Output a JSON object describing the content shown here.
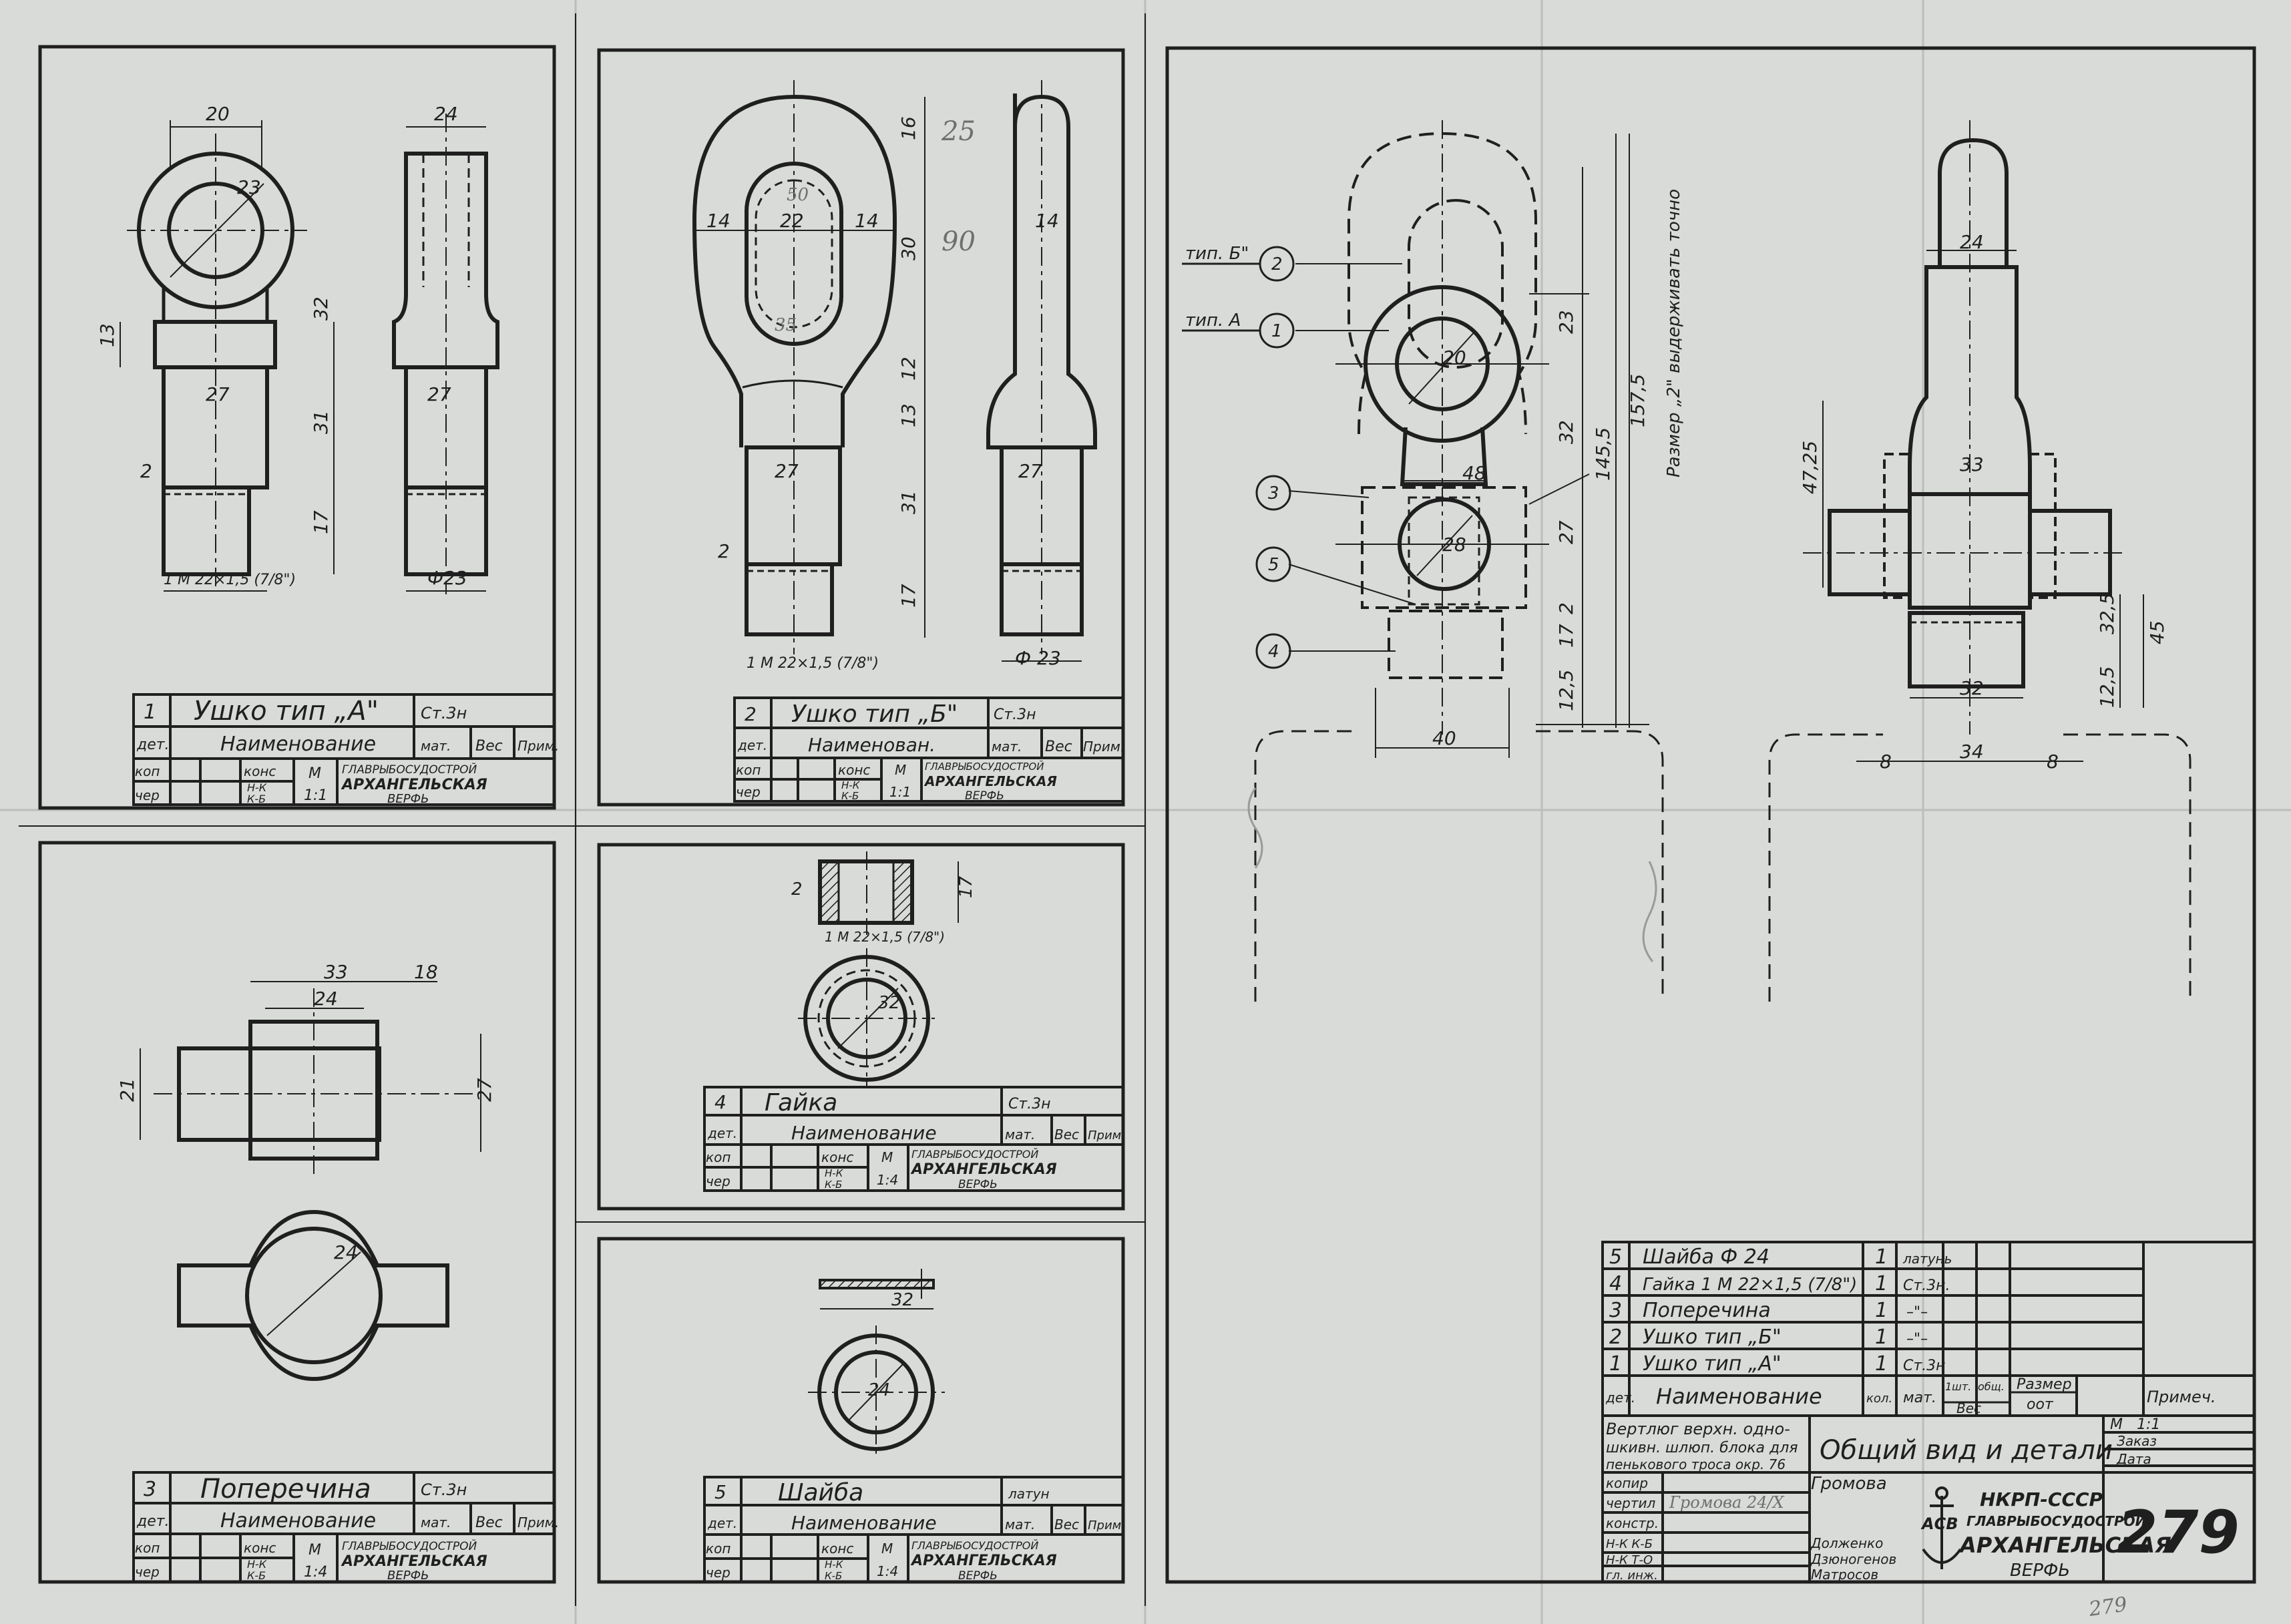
{
  "sheet": {
    "number": "279",
    "colors": {
      "paper": "#d9dbd8",
      "ink": "#1f1f1f",
      "pencil": "#6f6f6f"
    }
  },
  "part1": {
    "dims": {
      "d20": "20",
      "d24": "24",
      "d23": "23",
      "d32": "32",
      "d13": "13",
      "d27a": "27",
      "d27b": "27",
      "d31": "31",
      "d17": "17",
      "d2": "2",
      "thread": "1 М 22×1,5 (7/8\")",
      "d23b": "Ф23"
    },
    "title": {
      "det": "1",
      "name": "Ушко тип „А\"",
      "mat": "Ст.3н"
    }
  },
  "part2": {
    "dims": {
      "d16": "16",
      "d30": "30",
      "d12": "12",
      "d13": "13",
      "d31": "31",
      "d17": "17",
      "d14a": "14",
      "d22": "22",
      "d14b": "14",
      "d14c": "14",
      "d27a": "27",
      "d27b": "27",
      "d2": "2",
      "thread": "1 М 22×1,5 (7/8\")",
      "d23": "Ф 23",
      "h25": "25",
      "h90": "90",
      "h50": "50",
      "h35": "35"
    },
    "title": {
      "det": "2",
      "name": "Ушко тип „Б\"",
      "mat": "Ст.3н"
    }
  },
  "part3": {
    "dims": {
      "d33": "33",
      "d18": "18",
      "d24": "24",
      "d21": "21",
      "d27": "27",
      "d24b": "24"
    },
    "title": {
      "det": "3",
      "name": "Поперечина",
      "mat": "Ст.3н"
    }
  },
  "part4": {
    "dims": {
      "d2": "2",
      "d17": "17",
      "thread": "1 М 22×1,5 (7/8\")",
      "d32": "32"
    },
    "title": {
      "det": "4",
      "name": "Гайка",
      "mat": "Ст.3н"
    }
  },
  "part5": {
    "dims": {
      "d32": "32",
      "d24": "24"
    },
    "title": {
      "det": "5",
      "name": "Шайба",
      "mat": "латун"
    }
  },
  "small_block": {
    "h_det": "дет.",
    "h_name_a": "Наименование",
    "h_name_b": "Наименован.",
    "h_mat": "мат.",
    "h_ves": "Вес",
    "h_prim": "Прим.",
    "kop": "коп",
    "cher": "чер",
    "konf": "конс",
    "nk": "Н-К",
    "kb": "К-Б",
    "m": "М",
    "scale": "1:1",
    "scale_b": "1:4",
    "org": "ГЛАВРЫБОСУДОСТРОЙ",
    "shipyard": "АРХАНГЕЛЬСКАЯ",
    "verf": "ВЕРФЬ"
  },
  "general": {
    "labels": {
      "tipB": "тип. Б\"",
      "tipA": "тип. А",
      "n1": "1",
      "n2": "2",
      "n3": "3",
      "n4": "4",
      "n5": "5"
    },
    "dims": {
      "d20": "20",
      "d48": "48",
      "d28": "28",
      "d40": "40",
      "d23": "23",
      "d32": "32",
      "d27": "27",
      "d2": "2",
      "d17": "17",
      "d125": "12,5",
      "d1455": "145,5",
      "d1575": "157,5",
      "note": "Размер „2\" выдерживать точно",
      "d24": "24",
      "d33": "33",
      "d4725": "47,25",
      "d325": "32,5",
      "d45": "45",
      "d125b": "12,5",
      "d32b": "32",
      "d8a": "8",
      "d34": "34",
      "d8b": "8"
    }
  },
  "main_block": {
    "rows": [
      {
        "det": "5",
        "name": "Шайба  Ф 24",
        "qty": "1",
        "mat": "латунь"
      },
      {
        "det": "4",
        "name": "Гайка  1 М 22×1,5 (7/8\")",
        "qty": "1",
        "mat": "Ст.3н."
      },
      {
        "det": "3",
        "name": "Поперечина",
        "qty": "1",
        "mat": "–\"–"
      },
      {
        "det": "2",
        "name": "Ушко  тип „Б\"",
        "qty": "1",
        "mat": "–\"–"
      },
      {
        "det": "1",
        "name": "Ушко  тип „А\"",
        "qty": "1",
        "mat": "Ст.3н"
      }
    ],
    "header": {
      "det": "дет.",
      "name": "Наименование",
      "qty": "кол.",
      "mat": "мат.",
      "w1": "1шт.",
      "w2": "общ.",
      "ves": "Вес",
      "size": "Размер",
      "oot": "оот",
      "prim": "Примеч."
    },
    "desc": [
      "Вертлюг верхн. одно-",
      "шкивн. шлюп. блока для",
      "пенькового троса окр. 76"
    ],
    "title": "Общий вид и детали",
    "m": "М",
    "scale": "1:1",
    "zakaz": "Заказ",
    "data": "Дата",
    "roles": [
      "копир",
      "чертил",
      "констр.",
      "Н-К К-Б",
      "Н-К Т-О",
      "гл. инж."
    ],
    "names": [
      "Громова",
      "Долженко",
      "Дзюногенов",
      "Матросов"
    ],
    "ministry": "НКРП-СССР",
    "org": "ГЛАВРЫБОСУДОСТРОЙ",
    "shipyard": "АРХАНГЕЛЬСКАЯ",
    "verf": "ВЕРФЬ",
    "logo_letters": "АСВ"
  },
  "handwritten": {
    "sig_gromova": "Громова 24/X",
    "footer": "279"
  }
}
